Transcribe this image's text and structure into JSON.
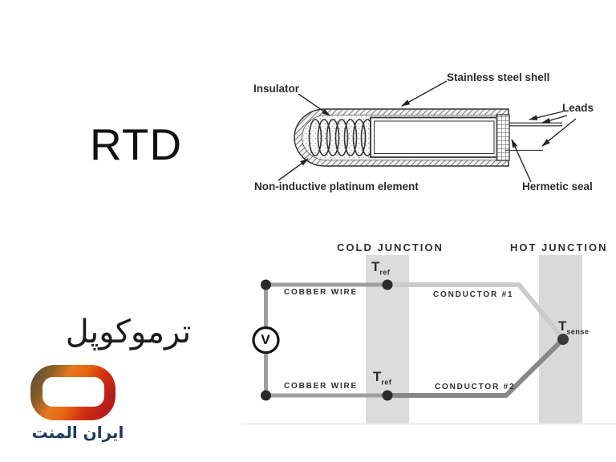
{
  "page": {
    "background": "#ffffff"
  },
  "rtd": {
    "title": "RTD",
    "diagram": {
      "insulator_label": "Insulator",
      "shell_label": "Stainless steel shell",
      "leads_label": "Leads",
      "platinum_label": "Non-inductive platinum element",
      "hermetic_label": "Hermetic seal"
    }
  },
  "thermocouple": {
    "title_fa": "ترموکوپل",
    "diagram": {
      "cold_junction_label": "COLD JUNCTION",
      "hot_junction_label": "HOT JUNCTION",
      "copper_wire_top_label": "COBBER WIRE",
      "copper_wire_bottom_label": "COBBER WIRE",
      "conductor1_label": "CONDUCTOR #1",
      "conductor2_label": "CONDUCTOR #2",
      "t_ref": "T",
      "t_ref_sub": "ref",
      "t_sense": "T",
      "t_sense_sub": "sense",
      "voltmeter_label": "V"
    }
  },
  "logo": {
    "text_fa": "ایران المنت",
    "text_color": "#1c3a5a",
    "ring_gradient": [
      "#54503f",
      "#e5791f",
      "#c62121"
    ]
  },
  "colors": {
    "diagram_ink": "#2b2b2b",
    "junction_band_gray": "#dcdcdc",
    "copper_wire_gray": "#9e9e9e",
    "conductor1_gray": "#cbcbcb",
    "conductor2_gray": "#878787",
    "junction_dot": "#2a2a2a"
  }
}
